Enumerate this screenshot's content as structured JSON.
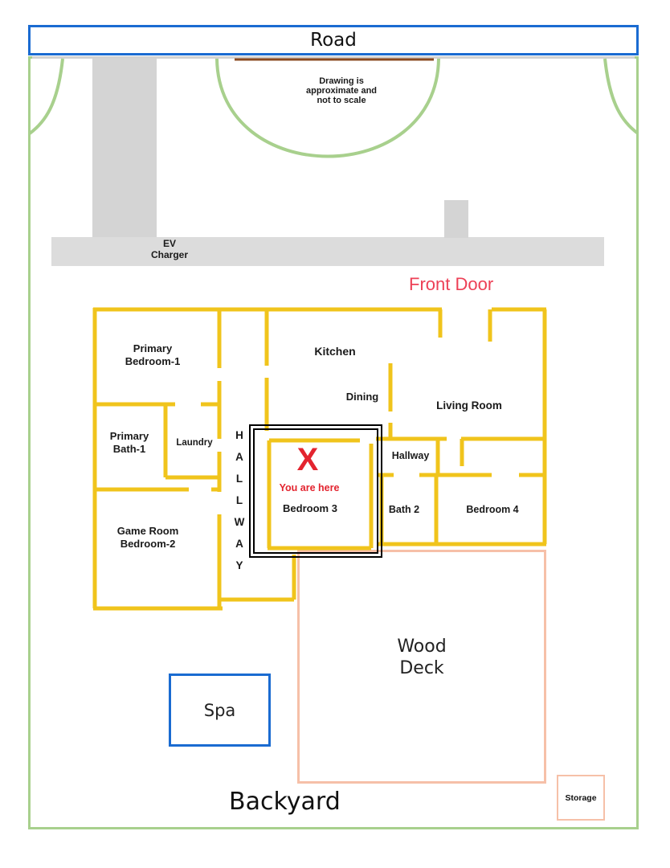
{
  "colors": {
    "blue": "#1a6bd1",
    "green": "#a8d08d",
    "wall": "#f0c41c",
    "red": "#e3242f",
    "front-door-red": "#ed4056",
    "peach": "#f6c0a8",
    "gray": "#d4d4d4",
    "gray-light": "#dcdcdc",
    "curb": "#8a4a21",
    "ink": "#1a1a1a"
  },
  "road": {
    "label": "Road"
  },
  "site": {
    "disclaimer": "Drawing is\napproximate and\nnot to scale",
    "ev_charger": "EV\nCharger",
    "front_door": "Front Door",
    "backyard": "Backyard"
  },
  "rooms": {
    "primary_bedroom_1": "Primary\nBedroom-1",
    "primary_bath_1": "Primary\nBath-1",
    "laundry": "Laundry",
    "game_room": "Game Room\nBedroom-2",
    "kitchen": "Kitchen",
    "dining": "Dining",
    "living_room": "Living Room",
    "hallway": "Hallway",
    "bedroom_3": "Bedroom 3",
    "bath_2": "Bath 2",
    "bedroom_4": "Bedroom 4"
  },
  "hallway_letters": [
    "H",
    "A",
    "L",
    "L",
    "W",
    "A",
    "Y"
  ],
  "marker": {
    "symbol": "X",
    "caption": "You are here"
  },
  "outdoor": {
    "wood_deck": "Wood\nDeck",
    "spa": "Spa",
    "storage": "Storage"
  }
}
